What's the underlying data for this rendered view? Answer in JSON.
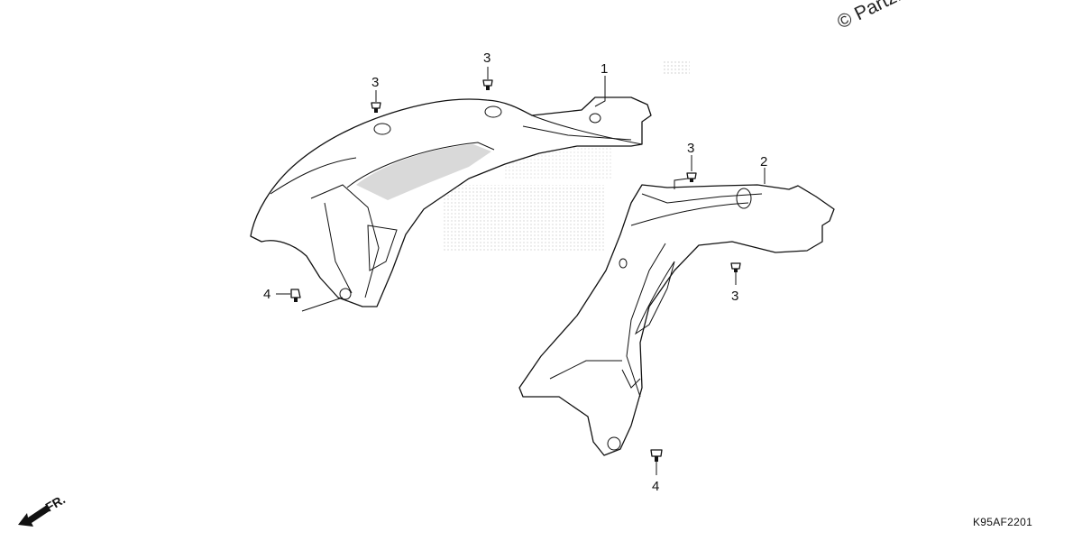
{
  "diagram": {
    "callouts": {
      "c1": "1",
      "c2": "2",
      "c3a": "3",
      "c3b": "3",
      "c3c": "3",
      "c3d": "3",
      "c4a": "4",
      "c4b": "4"
    },
    "front_label": "FR.",
    "diagram_code": "K95AF2201",
    "watermark": "© Partzilla"
  }
}
